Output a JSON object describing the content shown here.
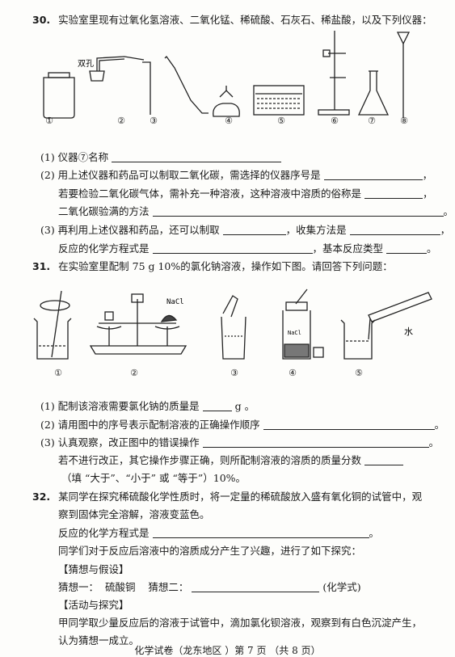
{
  "q30": {
    "num": "30.",
    "stem": "实验室里现有过氧化氢溶液、二氧化锰、稀硫酸、石灰石、稀盐酸，以及下列仪器：",
    "double_hole_label": "双孔",
    "apparatus_labels": [
      "①",
      "②",
      "③",
      "④",
      "⑤",
      "⑥",
      "⑦",
      "⑧"
    ],
    "p1": "(1) 仪器⑦名称",
    "p2a": "(2) 用上述仪器和药品可以制取二氧化碳，需选择的仪器序号是",
    "p2b": "若要检验二氧化碳气体，需补充一种溶液，这种溶液中溶质的俗称是",
    "p2c": "二氧化碳验满的方法",
    "p3a": "(3) 再利用上述仪器和药品，还可以制取",
    "p3a2": "，收集方法是",
    "p3b": "反应的化学方程式是",
    "p3b2": "，基本反应类型",
    "comma": "，",
    "period": "。"
  },
  "q31": {
    "num": "31.",
    "stem": "在实验室里配制 75 g 10%的氯化钠溶液，操作如下图。请回答下列问题：",
    "nacl_label": "NaCl",
    "nacl_bottle_label": "NaCl",
    "water_label": "水",
    "op_labels": [
      "①",
      "②",
      "③",
      "④",
      "⑤"
    ],
    "p1": "(1) 配制该溶液需要氯化钠的质量是",
    "p1_unit": "g 。",
    "p2": "(2) 请用图中的序号表示配制溶液的正确操作顺序",
    "p3": "(3) 认真观察，改正图中的错误操作",
    "p3b": "若不进行改正，其它操作步骤正确，则所配制溶液的溶质的质量分数",
    "p3c": "（填 “大于”、“小于” 或 “等于”）10%。",
    "period": "。"
  },
  "q32": {
    "num": "32.",
    "stem1": "某同学在探究稀硫酸化学性质时，将一定量的稀硫酸放入盛有氧化铜的试管中，观",
    "stem2": "察到固体完全溶解，溶液变蓝色。",
    "eq": "反应的化学方程式是",
    "interest": "同学们对于反应后溶液中的溶质成分产生了兴趣，进行了如下探究：",
    "h_guess": "【猜想与假设】",
    "guess": "猜想一：  硫酸铜    猜想二：",
    "guess_suffix": "(化学式)",
    "h_act": "【活动与探究】",
    "act1": "甲同学取少量反应后的溶液于试管中，滴加氯化钡溶液，观察到有白色沉淀产生，",
    "act2": "认为猜想一成立。",
    "period": "。"
  },
  "footer": "化学试卷（龙东地区 ）第 7 页 （共 8 页）"
}
